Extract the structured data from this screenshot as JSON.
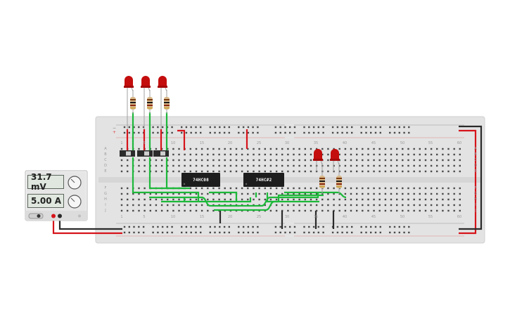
{
  "power_supply": {
    "voltage_display": "31.7 mV",
    "current_display": "5.00 A"
  },
  "chips": [
    {
      "label": "74HC08"
    },
    {
      "label": "74HC#2"
    }
  ],
  "column_numbers": [
    "1",
    "5",
    "10",
    "15",
    "20",
    "25",
    "30",
    "35",
    "40",
    "45",
    "50",
    "55",
    "60"
  ],
  "row_letters_top": [
    "A",
    "B",
    "C",
    "D",
    "E"
  ],
  "row_letters_bottom": [
    "F",
    "G",
    "H",
    "I",
    "J"
  ],
  "colors": {
    "board": "#e3e3e3",
    "wire_green": "#1db83a",
    "wire_red": "#d6141b",
    "wire_black": "#2a2a2a",
    "led_red": "#c40d0d",
    "chip": "#1d1d1d"
  }
}
